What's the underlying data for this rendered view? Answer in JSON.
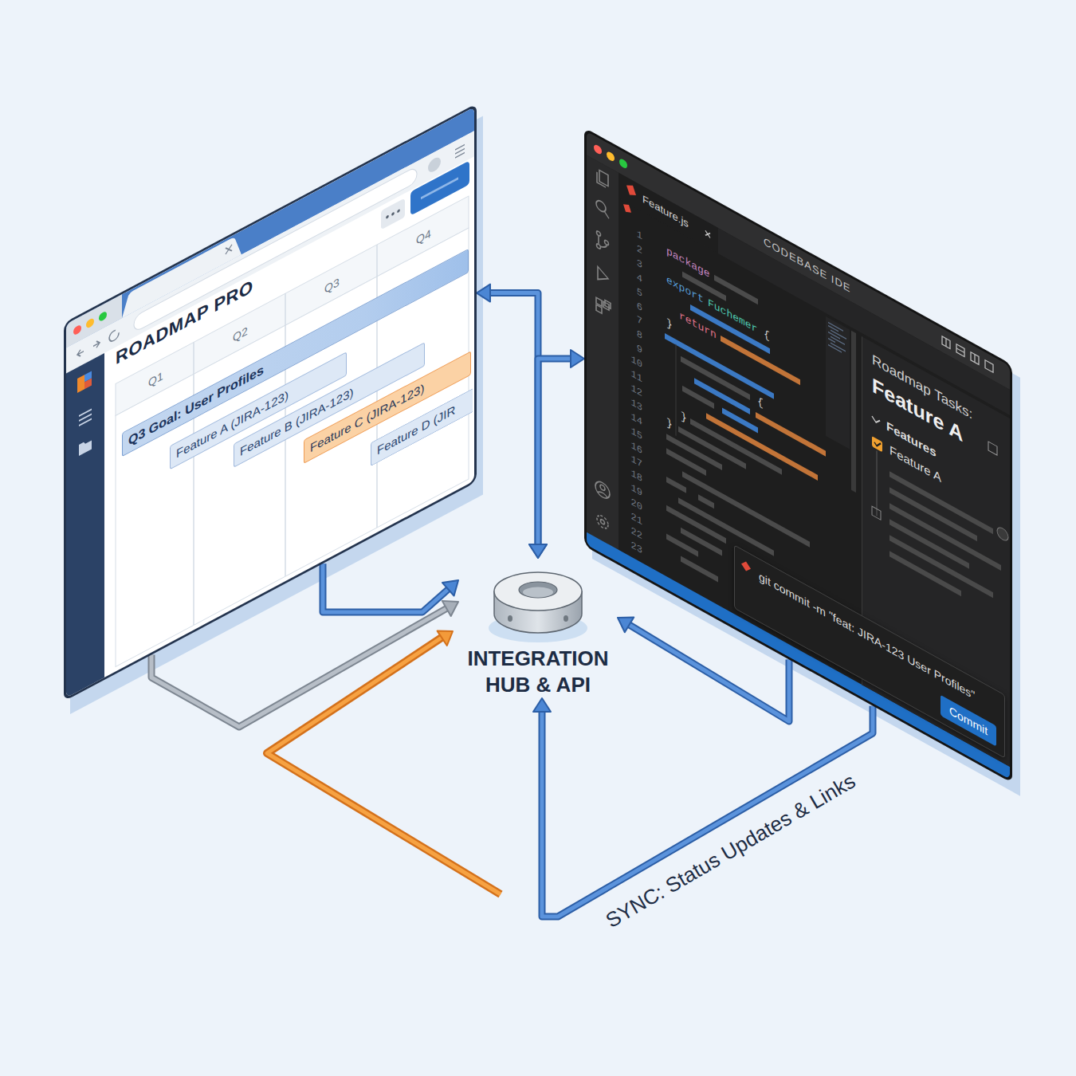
{
  "diagram": {
    "nodes": [
      {
        "text": [
          "ROADMAP PRO"
        ]
      },
      {
        "text": [
          "Q3 Goal: User Profiles"
        ],
        "in": 0
      },
      {
        "text": [
          "Feature A (JIRA-123)"
        ],
        "in": 0
      },
      {
        "text": [
          "Feature B (JIRA-123)"
        ],
        "in": 0
      },
      {
        "text": [
          "Feature C (JIRA-123)"
        ],
        "in": 0
      },
      {
        "text": [
          "Feature D (JIR"
        ],
        "in": 0
      },
      {
        "text": [
          "CODEBASE IDE"
        ]
      },
      {
        "text": [
          "Roadmap Tasks:",
          "Feature A",
          "Features",
          "Feature A"
        ],
        "in": 6
      },
      {
        "text": [
          "git commit -m \"feat: JIRA-123 User Profiles\""
        ],
        "in": 6
      },
      {
        "text": [
          "Commit"
        ],
        "in": 8
      },
      {
        "text": [
          "INTEGRATION HUB & API"
        ]
      }
    ],
    "edges": [
      {
        "from": 0,
        "to": 10,
        "arrow": "both"
      },
      {
        "from": 6,
        "to": 10,
        "arrow": "both"
      },
      {
        "from": 0,
        "to": 10,
        "arrow": "to"
      },
      {
        "from": 0,
        "to": 10,
        "arrow": "to"
      },
      {
        "from": 6,
        "to": 10,
        "arrow": "to"
      },
      {
        "from": 6,
        "to": 10,
        "arrow": "to",
        "label": "SYNC: Status Updates & Links"
      }
    ],
    "labels": [
      "Q1",
      "Q2",
      "Q3",
      "Q4",
      "Feature.js",
      "package",
      "export",
      "Fuchemer",
      "{",
      "return",
      "}",
      "{",
      "}",
      "}",
      "1",
      "2",
      "3",
      "4",
      "5",
      "6",
      "7",
      "8",
      "9",
      "10",
      "11",
      "12",
      "13",
      "14",
      "15",
      "16",
      "17",
      "18",
      "19",
      "20",
      "21",
      "22",
      "23"
    ]
  }
}
